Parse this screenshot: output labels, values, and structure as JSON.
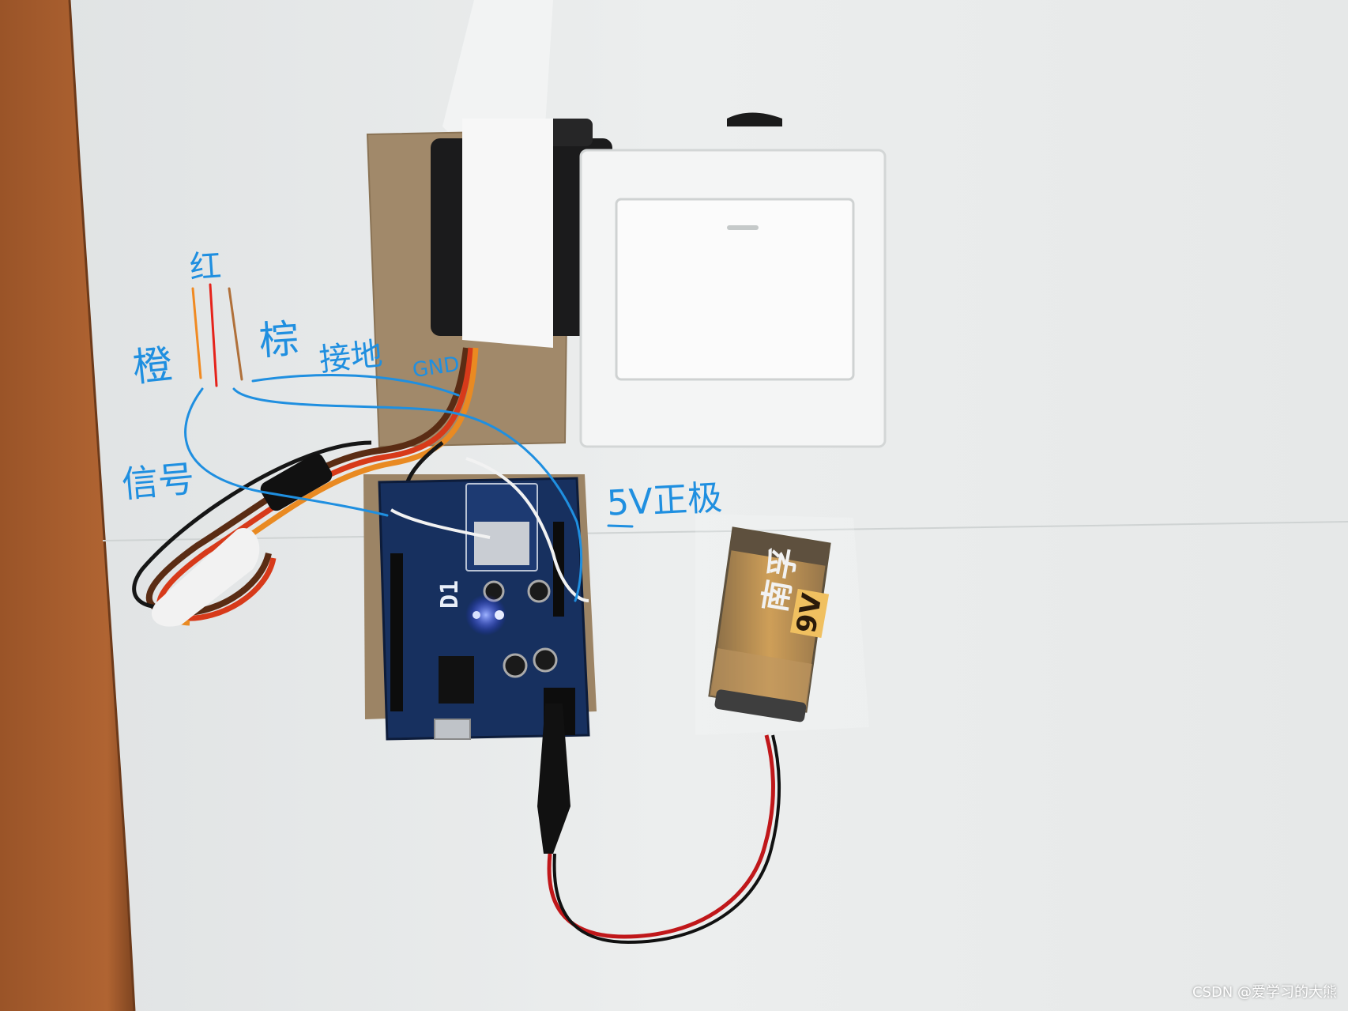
{
  "annotations": {
    "red": "红",
    "orange": "橙",
    "brown": "棕",
    "ground": "接地",
    "gnd": "GND",
    "signal": "信号",
    "five_volt": "5V正极"
  },
  "board": {
    "label": "D1"
  },
  "battery": {
    "brand": "南孚",
    "voltage": "9V"
  },
  "watermark": "CSDN @爱学习的大熊",
  "colors": {
    "annotation_blue": "#1f8fe0",
    "wall": "#e9ebea",
    "door_frame": "#a45a2c",
    "board_blue": "#17305f",
    "battery_gold": "#b9802e"
  }
}
